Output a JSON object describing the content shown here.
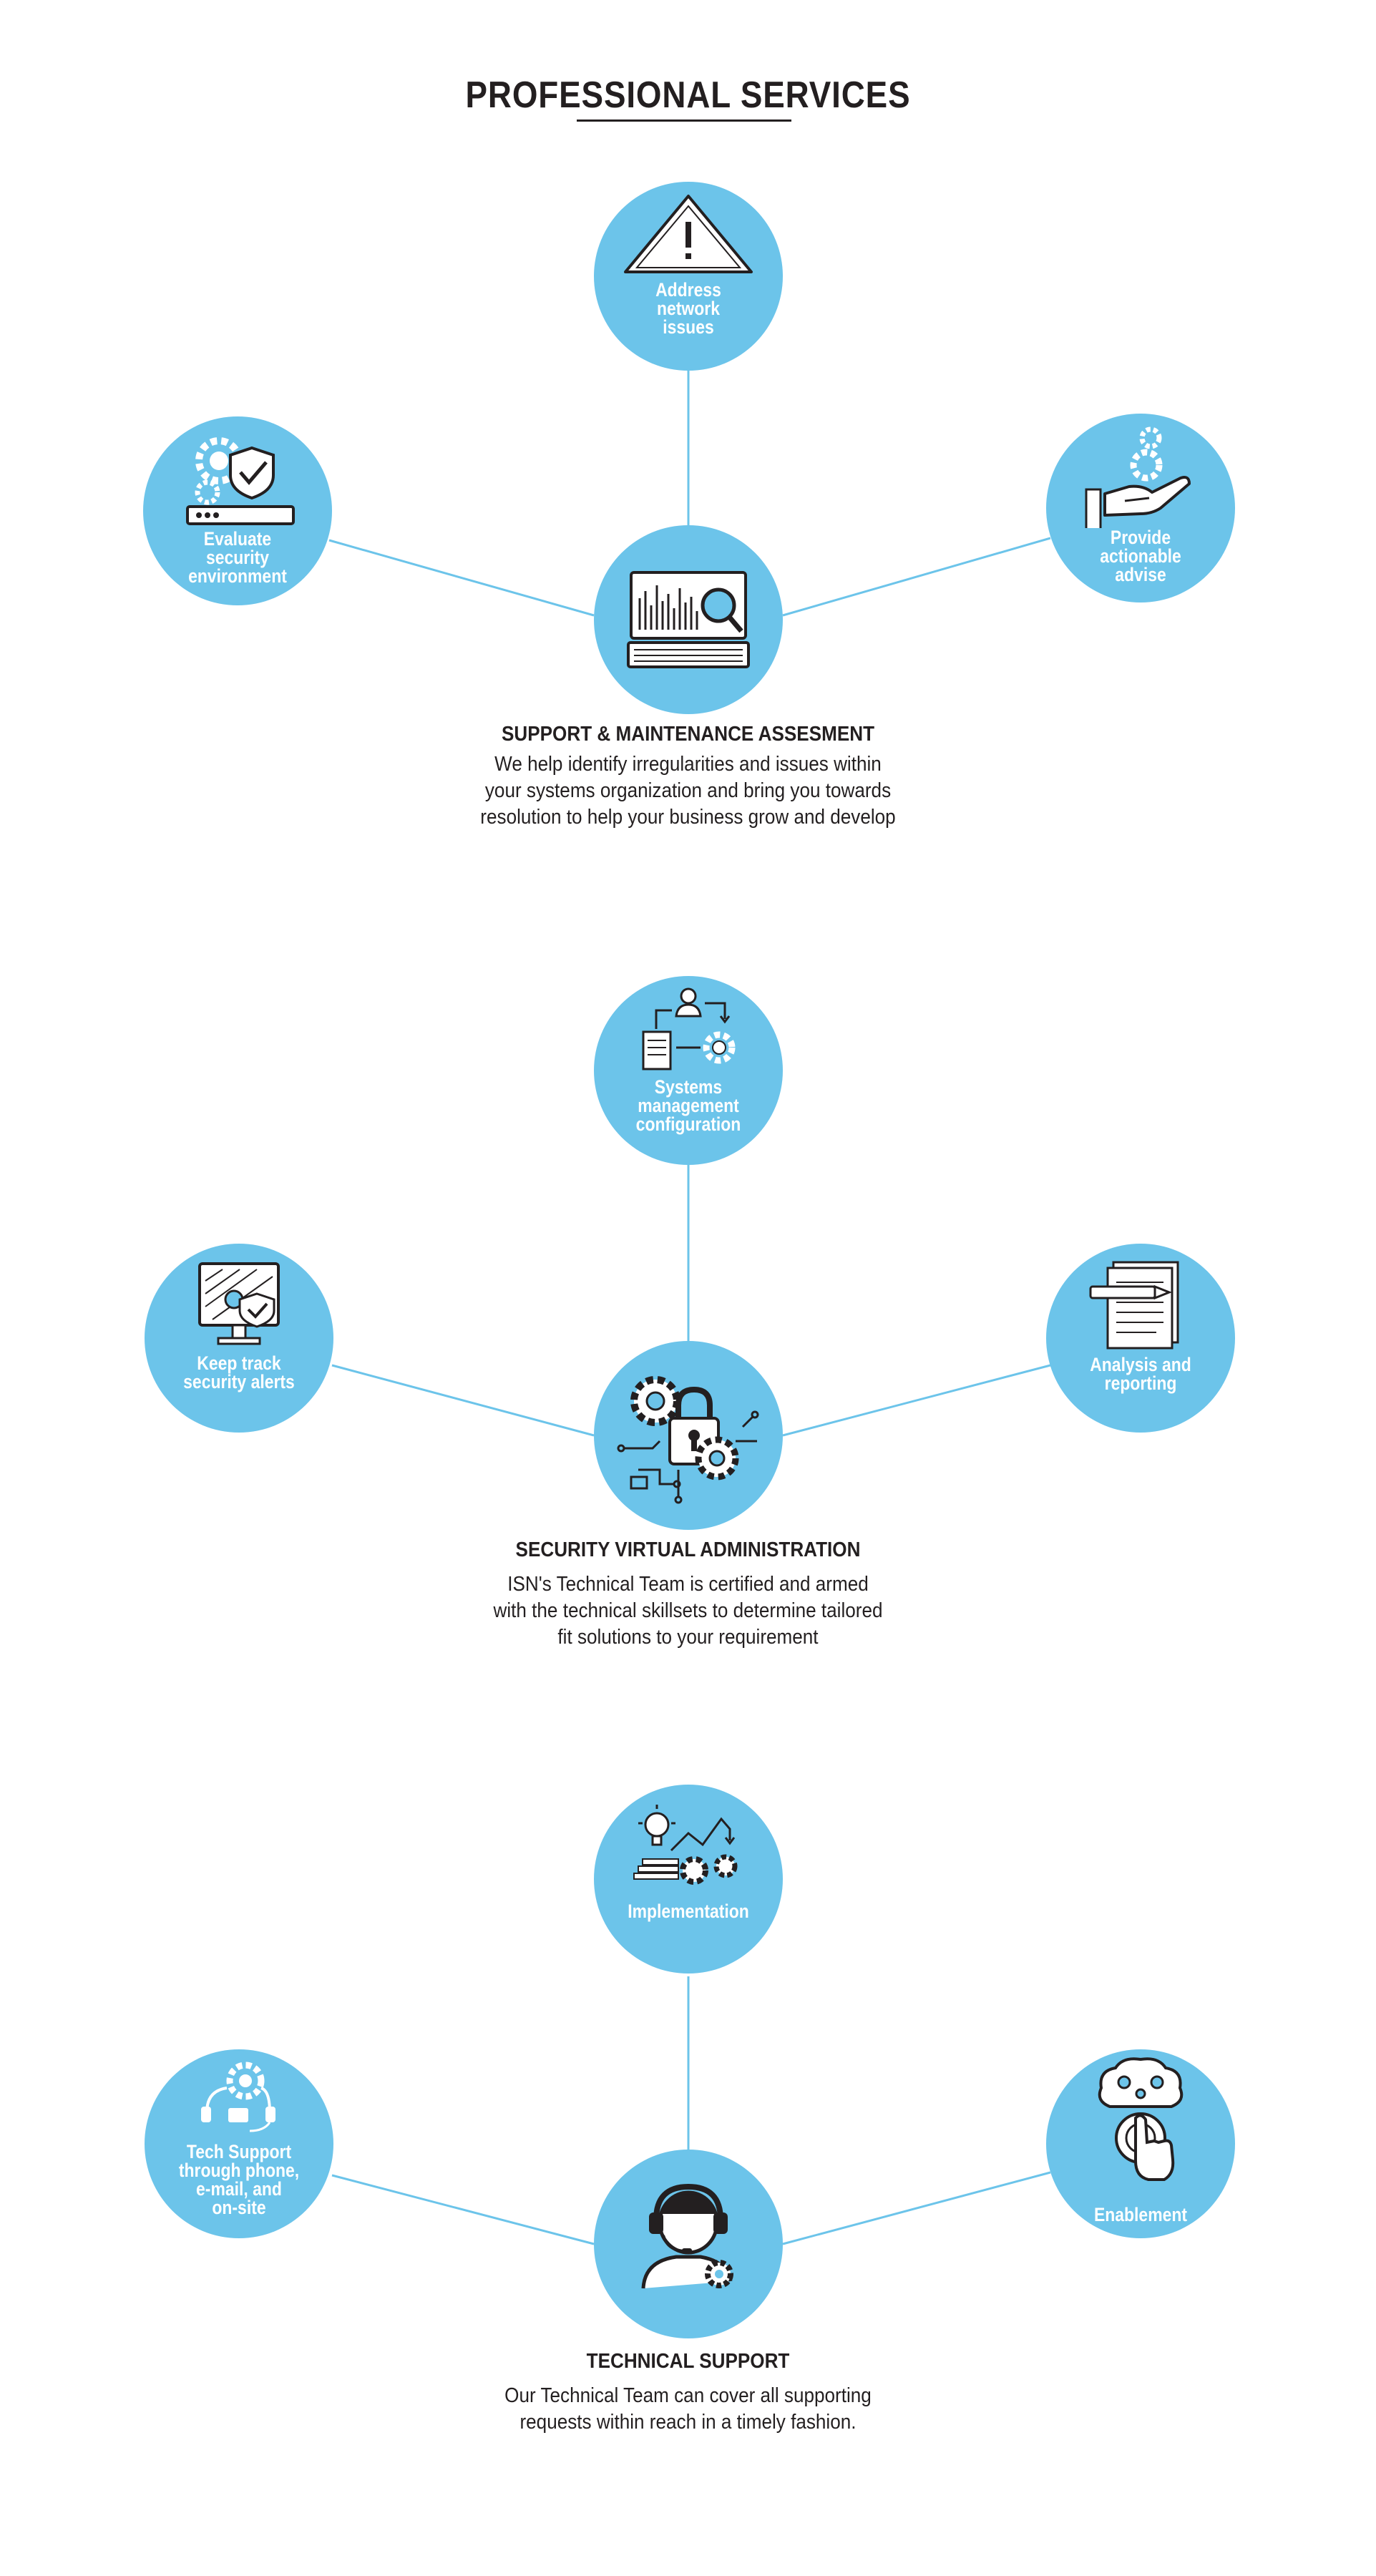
{
  "header": {
    "title": "PROFESSIONAL SERVICES"
  },
  "colors": {
    "node_fill": "#6cc4ea",
    "text_dark": "#231f20",
    "icon_stroke": "#231f20",
    "label_text": "#ffffff"
  },
  "sections": [
    {
      "heading": "SUPPORT & MAINTENANCE ASSESMENT",
      "description": [
        "We help identify irregularities and issues within",
        "your systems organization and bring you towards",
        "resolution to help your business grow and develop"
      ],
      "nodes": {
        "top": {
          "label": [
            "Address",
            "network",
            "issues"
          ],
          "icon": "warning-icon"
        },
        "left": {
          "label": [
            "Evaluate",
            "security",
            "environment"
          ],
          "icon": "security-gear-shield-icon"
        },
        "right": {
          "label": [
            "Provide",
            "actionable",
            "advise"
          ],
          "icon": "hand-gear-icon"
        },
        "center": {
          "label": [],
          "icon": "laptop-analytics-icon"
        }
      }
    },
    {
      "heading": "SECURITY VIRTUAL ADMINISTRATION",
      "description": [
        "ISN's Technical Team is certified and armed",
        "with the technical skillsets to determine tailored",
        "fit solutions to your requirement"
      ],
      "nodes": {
        "top": {
          "label": [
            "Systems",
            "management",
            "configuration"
          ],
          "icon": "system-flow-icon"
        },
        "left": {
          "label": [
            "Keep track",
            "security alerts"
          ],
          "icon": "monitor-shield-icon"
        },
        "right": {
          "label": [
            "Analysis and",
            "reporting"
          ],
          "icon": "document-pen-icon"
        },
        "center": {
          "label": [],
          "icon": "lock-gears-icon"
        }
      }
    },
    {
      "heading": "TECHNICAL SUPPORT",
      "description": [
        "Our Technical Team can cover all supporting",
        "requests within reach in a timely fashion."
      ],
      "nodes": {
        "top": {
          "label": [
            "Implementation"
          ],
          "icon": "idea-gears-icon"
        },
        "left": {
          "label": [
            "Tech Support",
            "through phone,",
            "e-mail, and",
            "on-site"
          ],
          "icon": "headset-gear-icon"
        },
        "right": {
          "label": [
            "Enablement"
          ],
          "icon": "brain-touch-icon"
        },
        "center": {
          "label": [],
          "icon": "support-agent-icon"
        }
      }
    }
  ]
}
